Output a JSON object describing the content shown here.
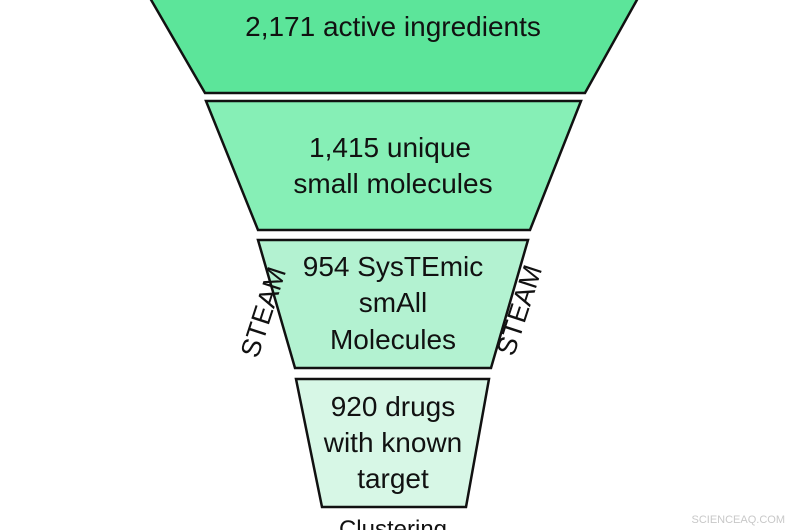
{
  "funnel": {
    "stage1": {
      "text": "2,171 active ingredients",
      "fill": "#5ce59a"
    },
    "stage2": {
      "line1": "1,415 unique",
      "line2": "small molecules",
      "fill": "#86efb6"
    },
    "stage3": {
      "line1": "954 SysTEmic",
      "line2": "smAll",
      "line3": "Molecules",
      "fill": "#b3f2d1"
    },
    "stage4": {
      "line1": "920 drugs",
      "line2": "with known",
      "line3": "target",
      "fill": "#d7f7e6"
    },
    "footer": "Clustering"
  },
  "side_labels": {
    "left": "STEAM",
    "right": "STEAM"
  },
  "watermark": "SCIENCEAQ.COM",
  "colors": {
    "stroke": "#111111",
    "text": "#111111"
  }
}
